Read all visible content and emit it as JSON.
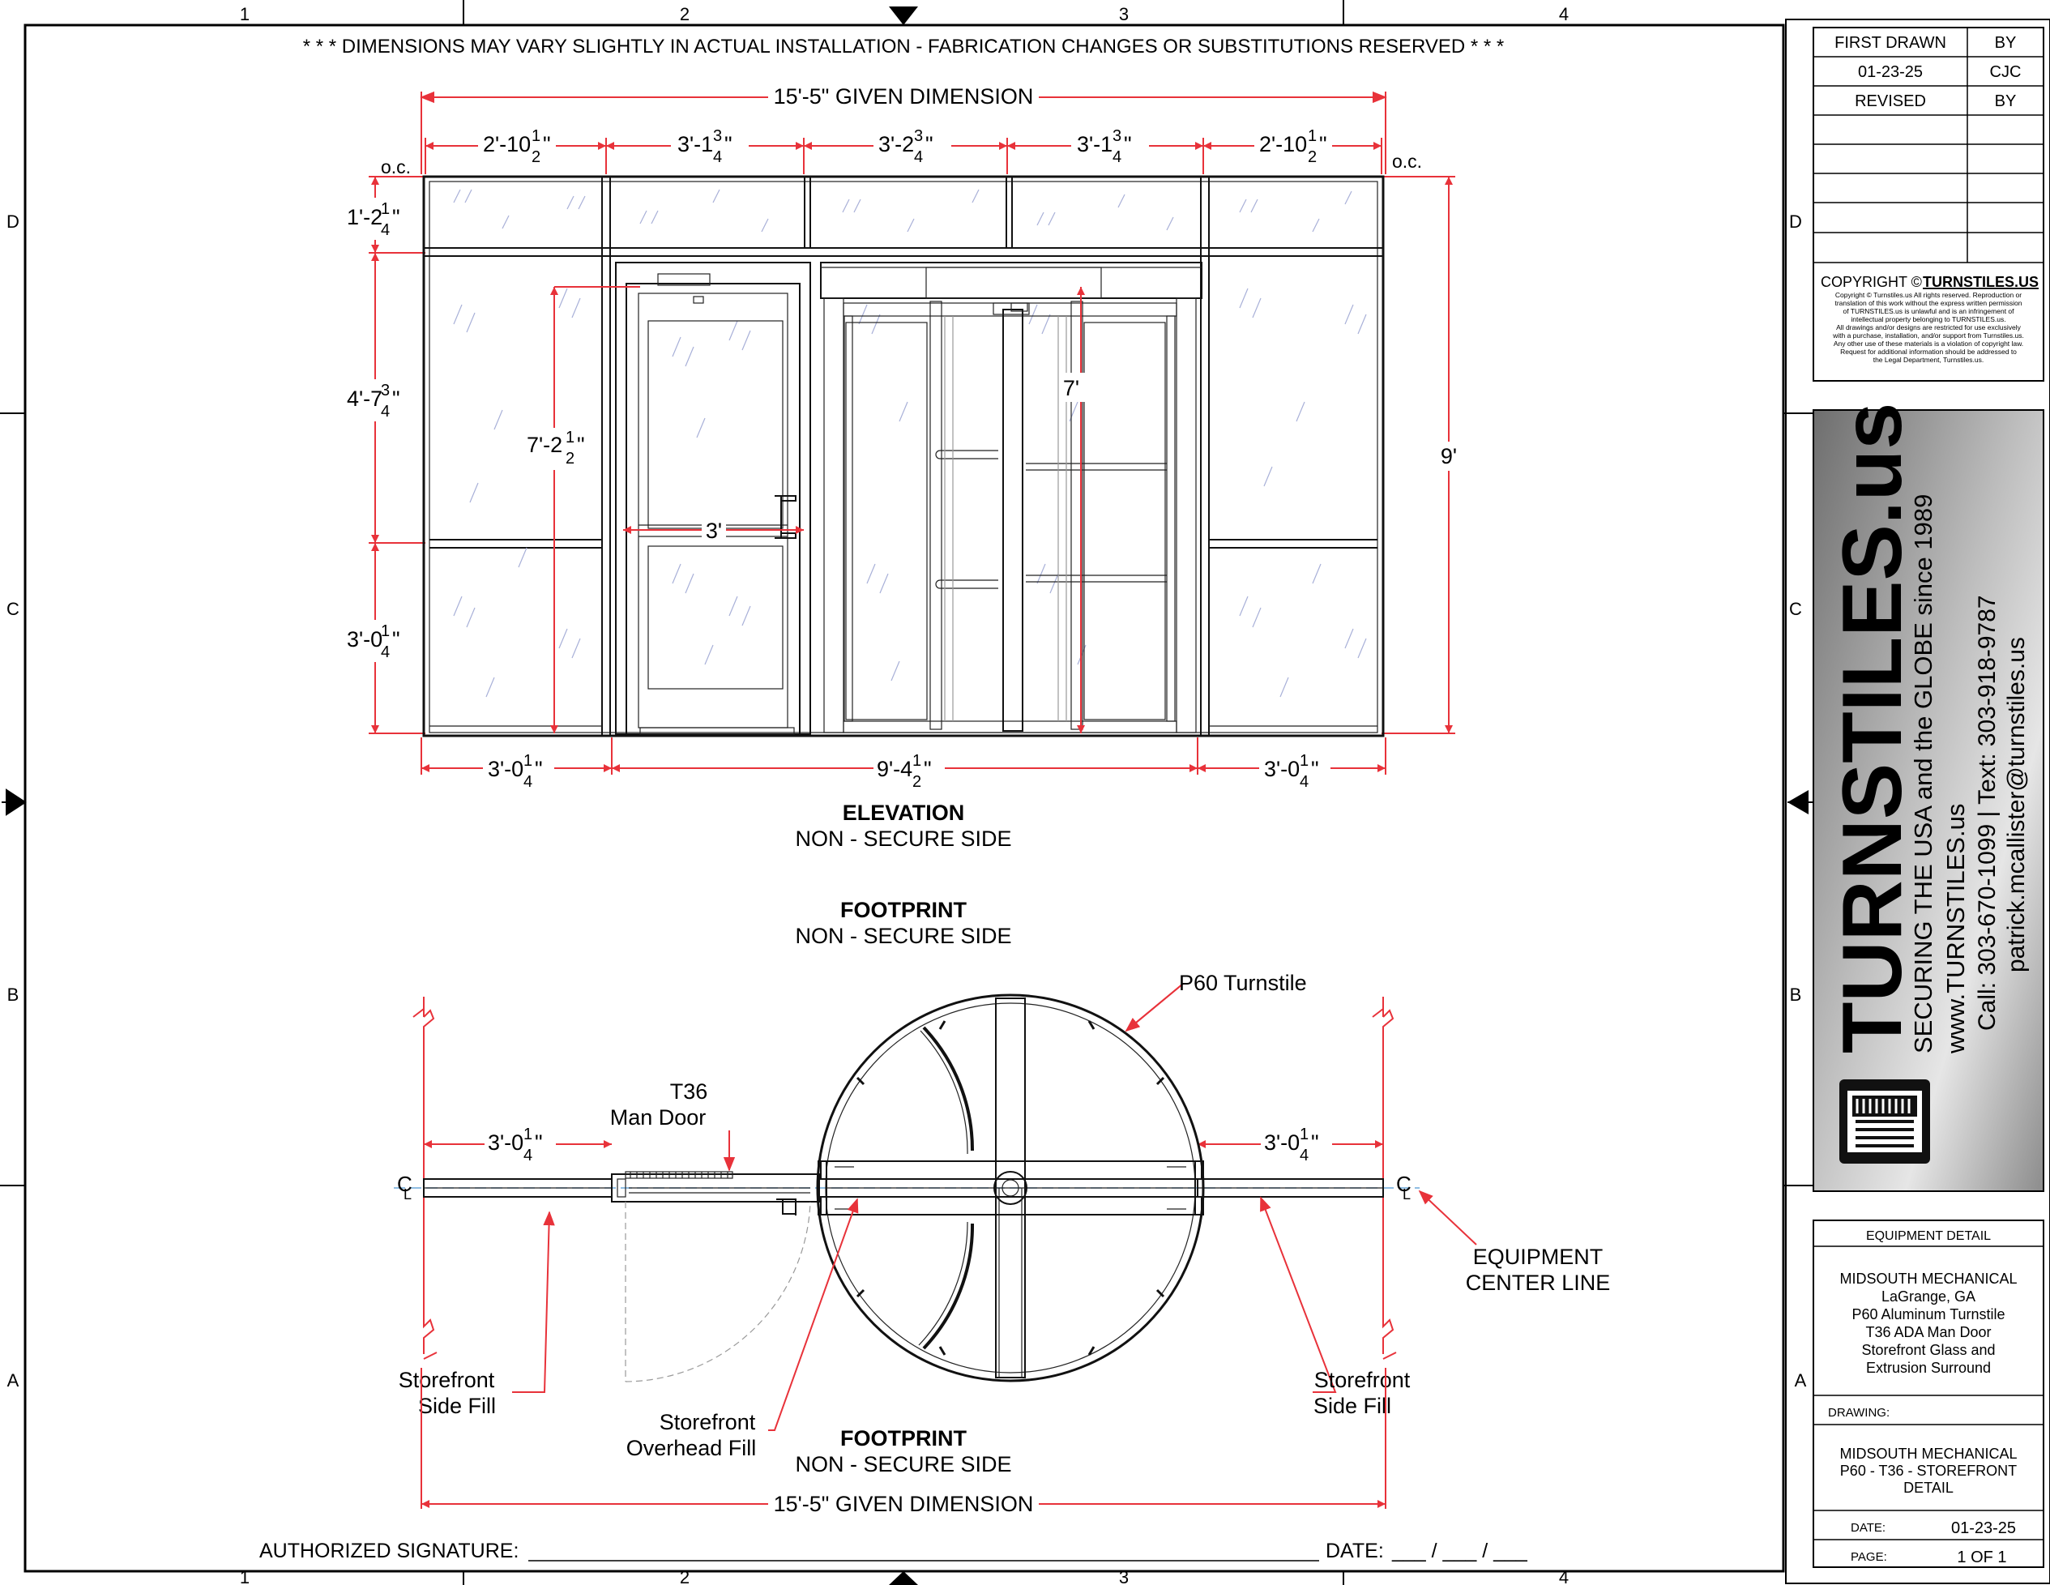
{
  "border": {
    "columns": [
      "1",
      "2",
      "3",
      "4"
    ],
    "rows": [
      "D",
      "C",
      "B",
      "A"
    ]
  },
  "notice": "* * *  DIMENSIONS MAY VARY SLIGHTLY IN ACTUAL INSTALLATION  -  FABRICATION CHANGES OR SUBSTITUTIONS RESERVED  * * *",
  "elevation": {
    "overall_dim": "15'-5\" GIVEN DIMENSION",
    "top_dims": [
      "2'-10",
      "3'-1",
      "3'-2",
      "3'-1",
      "2'-10"
    ],
    "top_fracs": [
      [
        "1",
        "2"
      ],
      [
        "3",
        "4"
      ],
      [
        "3",
        "4"
      ],
      [
        "3",
        "4"
      ],
      [
        "1",
        "2"
      ]
    ],
    "oc": "o.c.",
    "left_dims": [
      "1'-2",
      "4'-7",
      "3'-0"
    ],
    "left_fracs": [
      [
        "1",
        "4"
      ],
      [
        "3",
        "4"
      ],
      [
        "1",
        "4"
      ]
    ],
    "door_height": "7'-2",
    "door_height_frac": [
      "1",
      "2"
    ],
    "door_width": "3'",
    "turnstile_height": "7'",
    "overall_height": "9'",
    "bottom_dims": [
      "3'-0",
      "9'-4",
      "3'-0"
    ],
    "bottom_fracs": [
      [
        "1",
        "4"
      ],
      [
        "1",
        "2"
      ],
      [
        "1",
        "4"
      ]
    ],
    "title": "ELEVATION",
    "subtitle": "NON - SECURE SIDE"
  },
  "footprint_top": {
    "title": "FOOTPRINT",
    "subtitle": "NON - SECURE SIDE"
  },
  "footprint": {
    "turnstile_label": "P60 Turnstile",
    "door_label_1": "T36",
    "door_label_2": "Man Door",
    "left_dim": "3'-0",
    "right_dim": "3'-0",
    "dim_frac": [
      "1",
      "4"
    ],
    "cl_symbol": "C",
    "cl_sub": "L",
    "equipment_cl_1": "EQUIPMENT",
    "equipment_cl_2": "CENTER LINE",
    "side_fill_left_1": "Storefront",
    "side_fill_left_2": "Side Fill",
    "side_fill_right_1": "Storefront",
    "side_fill_right_2": "Side Fill",
    "overhead_fill_1": "Storefront",
    "overhead_fill_2": "Overhead Fill",
    "title": "FOOTPRINT",
    "subtitle": "NON - SECURE SIDE",
    "overall_dim": "15'-5\" GIVEN DIMENSION"
  },
  "signature": {
    "label": "AUTHORIZED SIGNATURE:",
    "date_label": "DATE:",
    "date_blanks": "___  /  ___  /  ___"
  },
  "revision_block": {
    "rows": [
      [
        "FIRST DRAWN",
        "BY"
      ],
      [
        "01-23-25",
        "CJC"
      ],
      [
        "REVISED",
        "BY"
      ]
    ],
    "blank_rows": 5
  },
  "copyright": {
    "heading_prefix": "COPYRIGHT © ",
    "heading_brand": "TURNSTILES.US",
    "lines": [
      "Copyright © Turnstiles.us All rights reserved. Reproduction or",
      "translation of this work without the express written permission",
      "of TURNSTILES.us is unlawful and is an infringement of",
      "intellectual property belonging to TURNSTILES.us.",
      "All drawings and/or designs are restricted for use exclusively",
      "with a purchase, installation, and/or support from Turnstiles.us.",
      "Any other use of these materials is a violation of copyright law.",
      "Request for additional information should be addressed to",
      "the Legal Department, Turnstiles.us."
    ]
  },
  "brand": {
    "name": "TURNSTILES.us",
    "tagline": "SECURING THE USA and the GLOBE since 1989",
    "web": "www.TURNSTILES.us",
    "phone": "Call: 303-670-1099  |  Text: 303-918-9787",
    "email": "patrick.mcallister@turnstiles.us"
  },
  "equipment_detail": {
    "heading": "EQUIPMENT DETAIL",
    "lines": [
      "MIDSOUTH MECHANICAL",
      "LaGrange, GA",
      "P60 Aluminum Turnstile",
      "T36 ADA Man Door",
      "Storefront Glass and",
      "Extrusion Surround"
    ]
  },
  "drawing": {
    "label": "DRAWING:",
    "lines": [
      "MIDSOUTH MECHANICAL",
      "P60 - T36 - STOREFRONT",
      "DETAIL"
    ]
  },
  "date": {
    "label": "DATE:",
    "value": "01-23-25"
  },
  "page": {
    "label": "PAGE:",
    "value": "1  OF  1"
  }
}
